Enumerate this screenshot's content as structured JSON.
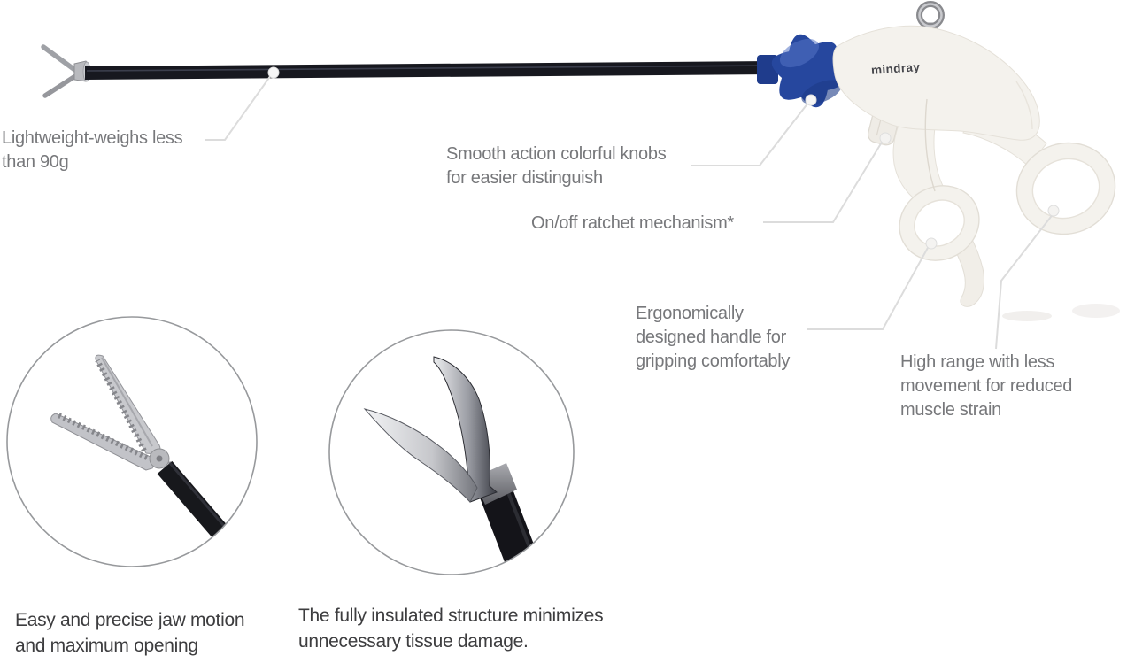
{
  "brand": {
    "logo_text": "mindray"
  },
  "callouts": [
    {
      "id": "lightweight",
      "text": "Lightweight-weighs less\nthan 90g"
    },
    {
      "id": "colorful-knobs",
      "text": "Smooth action colorful knobs\nfor easier distinguish"
    },
    {
      "id": "ratchet",
      "text": "On/off ratchet mechanism*"
    },
    {
      "id": "ergonomic-handle",
      "text": "Ergonomically\ndesigned handle for\ngripping comfortably"
    },
    {
      "id": "high-range",
      "text": "High range with less\nmovement for reduced\nmuscle strain"
    }
  ],
  "insets": [
    {
      "id": "jaw-motion",
      "caption": "Easy and precise jaw motion\nand maximum opening"
    },
    {
      "id": "insulated-structure",
      "caption": "The fully insulated structure minimizes\nunnecessary tissue damage."
    }
  ],
  "colors": {
    "callout_text": "#77787b",
    "caption_text": "#3d3d3f",
    "leader_line": "#dcdcdc",
    "knob_blue": "#26479e",
    "shaft_black": "#17181f",
    "handle_white": "#f4f2ed",
    "inset_border": "#97999c"
  }
}
